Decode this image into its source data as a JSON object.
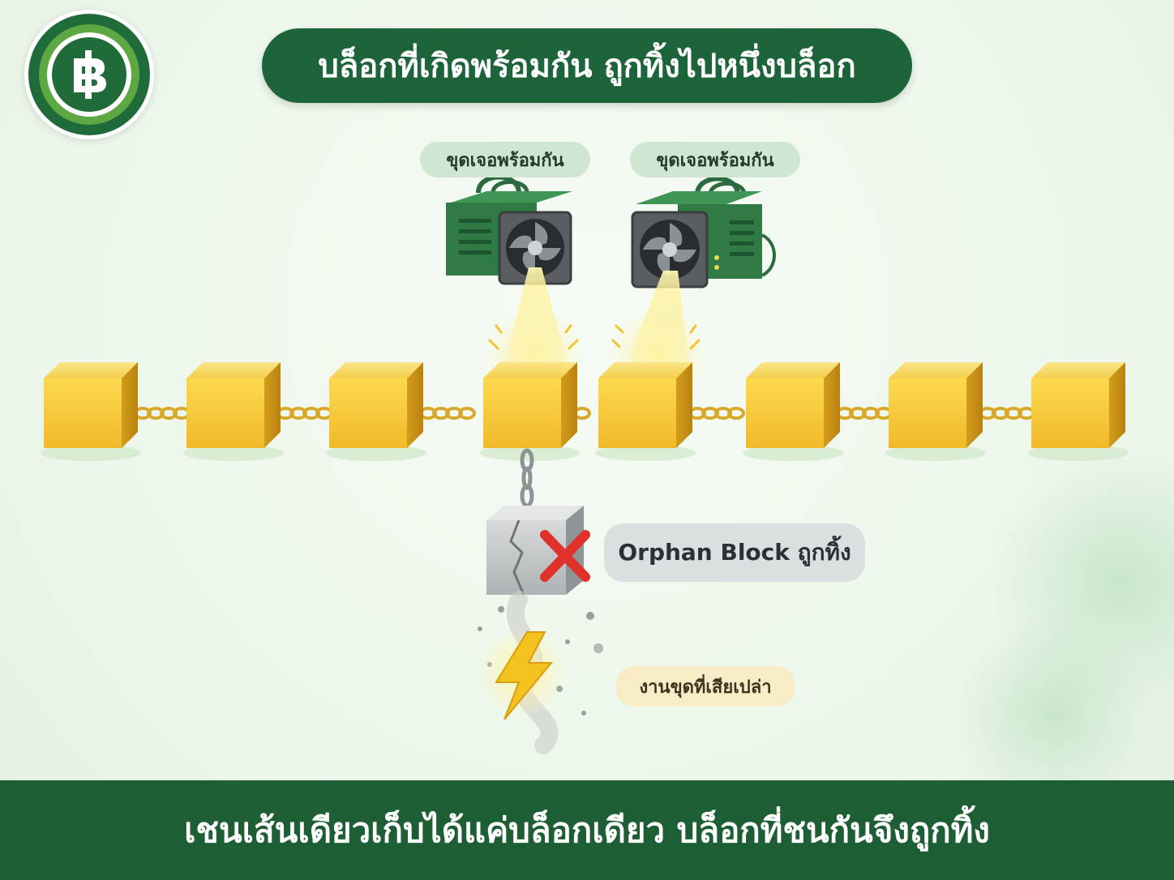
{
  "logo": {
    "icon": "baht-icon",
    "colors": {
      "outer": "#1f6b3a",
      "ring": "#5ea843"
    }
  },
  "title": "บล็อกที่เกิดพร้อมกัน ถูกทิ้งไปหนึ่งบล็อก",
  "miners": [
    {
      "label": "ขุดเจอพร้อมกัน"
    },
    {
      "label": "ขุดเจอพร้อมกัน"
    }
  ],
  "chain": {
    "block_count": 8,
    "block_color": "#f5c93a",
    "link_color": "#d9a82a"
  },
  "orphan": {
    "label": "Orphan Block ถูกทิ้ง",
    "icon": "cross-icon",
    "color": "#e0322a"
  },
  "waste": {
    "label": "งานขุดที่เสียเปล่า",
    "icon": "lightning-icon"
  },
  "footer": "เชนเส้นเดียวเก็บได้แค่บล็อกเดียว บล็อกที่ชนกันจึงถูกทิ้ง"
}
